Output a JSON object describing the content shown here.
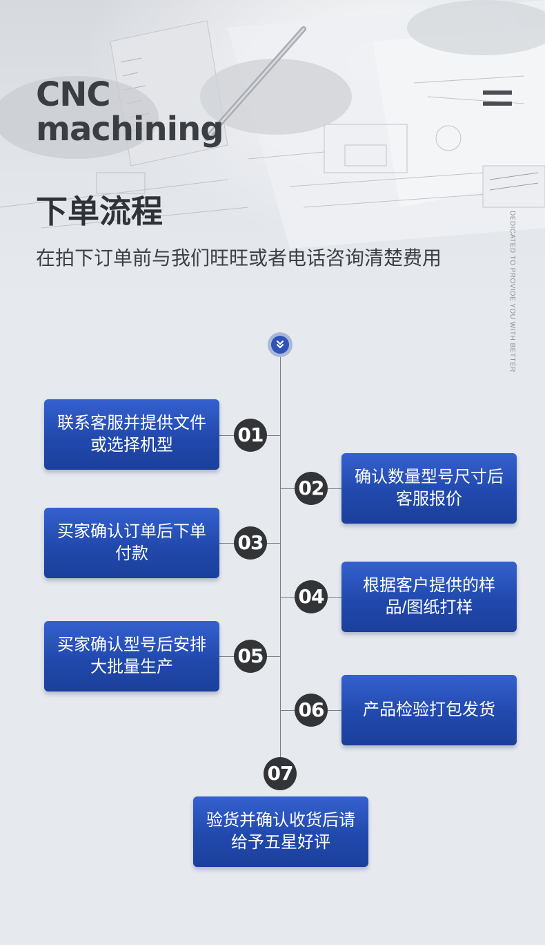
{
  "header": {
    "brand_line1": "CNC",
    "brand_line2": "machining",
    "title": "下单流程",
    "subtitle": "在拍下订单前与我们旺旺或者电话咨询清楚费用",
    "vertical_text": "DEDICATED TO PROVIDE YOU WITH BETTER"
  },
  "timeline": {
    "top_icon": "chevron-double-down-icon",
    "steps": [
      {
        "num": "01",
        "text": "联系客服并提供文件或选择机型",
        "side": "left"
      },
      {
        "num": "02",
        "text": "确认数量型号尺寸后客服报价",
        "side": "right"
      },
      {
        "num": "03",
        "text": "买家确认订单后下单付款",
        "side": "left"
      },
      {
        "num": "04",
        "text": "根据客户提供的样品/图纸打样",
        "side": "right"
      },
      {
        "num": "05",
        "text": "买家确认型号后安排大批量生产",
        "side": "left"
      },
      {
        "num": "06",
        "text": "产品检验打包发货",
        "side": "right"
      },
      {
        "num": "07",
        "text": "验货并确认收货后请给予五星好评",
        "side": "bottom"
      }
    ]
  },
  "colors": {
    "card_gradient_top": "#3561cf",
    "card_gradient_bottom": "#1b3f9b",
    "number_badge": "#333438",
    "background": "#e6e9ee"
  }
}
